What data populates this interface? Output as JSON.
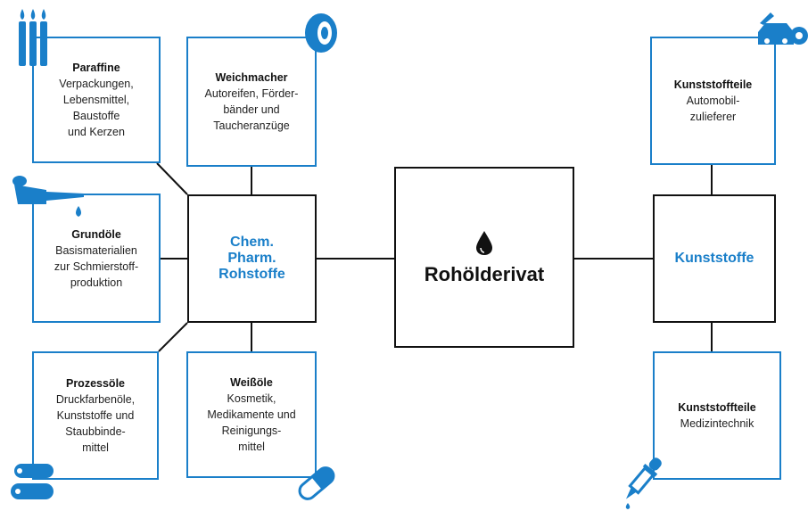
{
  "center": {
    "title": "Rohölderivat",
    "icon": "oil-drop-icon"
  },
  "hubs": {
    "chem": "Chem.\nPharm.\nRohstoffe",
    "kunst": "Kunststoffe"
  },
  "boxes": {
    "paraffine": {
      "title": "Paraffine",
      "text": "Verpackungen,\nLebensmittel,\nBaustoffe\nund Kerzen",
      "icon": "candles-icon"
    },
    "weichmacher": {
      "title": "Weichmacher",
      "text": "Autoreifen, Förder-\nbänder und\nTaucheranzüge",
      "icon": "tire-icon"
    },
    "grundoele": {
      "title": "Grundöle",
      "text": "Basismaterialien\nzur Schmierstoff-\nproduktion",
      "icon": "oil-can-icon"
    },
    "prozessoele": {
      "title": "Prozessöle",
      "text": "Druckfarbenöle,\nKunststoffe und\nStaubbinde-\nmittel",
      "icon": "paper-rolls-icon"
    },
    "weissoele": {
      "title": "Weißöle",
      "text": "Kosmetik,\nMedikamente und\nReinigungs-\nmittel",
      "icon": "capsule-icon"
    },
    "kunst_auto": {
      "title": "Kunststoffteile",
      "text": "Automobil-\nzulieferer",
      "icon": "car-repair-icon"
    },
    "kunst_med": {
      "title": "Kunststoffteile",
      "text": "Medizintechnik",
      "icon": "pipette-icon"
    }
  },
  "colors": {
    "accent": "#1a7fc9",
    "line": "#111111"
  }
}
